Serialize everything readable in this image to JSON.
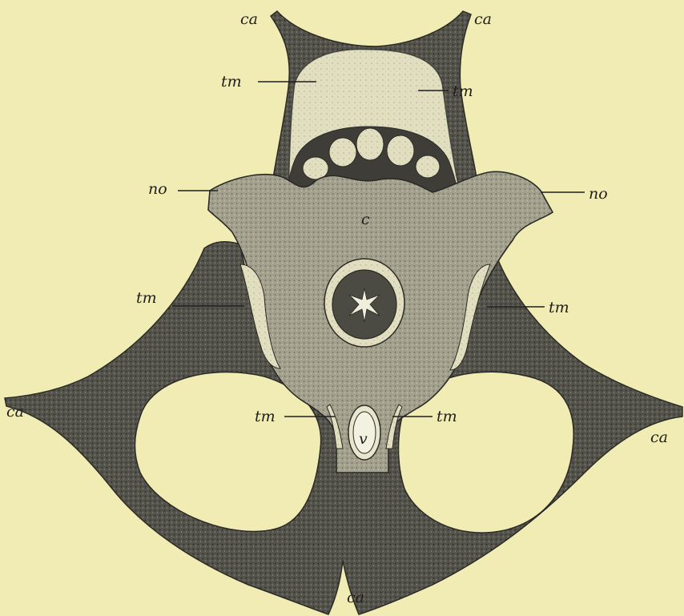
{
  "figure": {
    "colors": {
      "paper": "#f1ecb4",
      "dark_tissue": "#4a4a44",
      "mid_tissue": "#9c9a86",
      "light_tissue": "#dcdab8",
      "ink": "#1f1f1f"
    },
    "labels": {
      "ca_top_left": "ca",
      "ca_top_right": "ca",
      "tm_upper_left": "tm",
      "tm_upper_right": "tm",
      "no_left": "no",
      "no_right": "no",
      "c_center": "c",
      "tm_mid_left": "tm",
      "tm_mid_right": "tm",
      "tm_low_left": "tm",
      "tm_low_right": "tm",
      "v_label": "v",
      "ca_left": "ca",
      "ca_right": "ca",
      "ca_bottom": "ca"
    }
  }
}
